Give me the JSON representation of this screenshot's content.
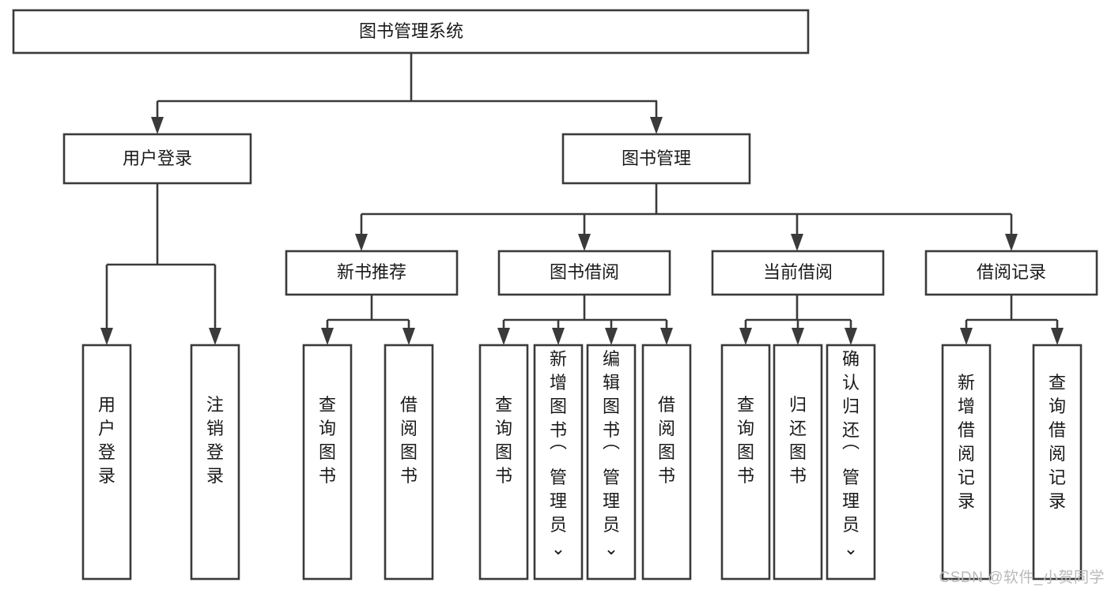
{
  "diagram": {
    "title": "图书管理系统",
    "type": "hierarchy-tree",
    "watermark": "CSDN @软件_小贺同学",
    "colors": {
      "stroke": "#3a3a3a",
      "box_fill": "#ffffff",
      "text": "#1a1a1a",
      "background": "#ffffff",
      "watermark": "#b9b9b9"
    },
    "levels": {
      "level1": [
        {
          "id": "root",
          "label": "图书管理系统",
          "orientation": "horizontal"
        }
      ],
      "level2": [
        {
          "id": "user-login",
          "label": "用户登录",
          "orientation": "horizontal"
        },
        {
          "id": "book-manage",
          "label": "图书管理",
          "orientation": "horizontal"
        }
      ],
      "level3": [
        {
          "id": "new-book-rec",
          "label": "新书推荐",
          "orientation": "horizontal"
        },
        {
          "id": "book-borrow",
          "label": "图书借阅",
          "orientation": "horizontal"
        },
        {
          "id": "current-borrow",
          "label": "当前借阅",
          "orientation": "horizontal"
        },
        {
          "id": "borrow-record",
          "label": "借阅记录",
          "orientation": "horizontal"
        }
      ],
      "level4": [
        {
          "id": "leaf-user-login",
          "parent": "user-login",
          "label": "用户登录",
          "orientation": "vertical"
        },
        {
          "id": "leaf-logout",
          "parent": "user-login",
          "label": "注销登录",
          "orientation": "vertical"
        },
        {
          "id": "leaf-query-book-1",
          "parent": "new-book-rec",
          "label": "查询图书",
          "orientation": "vertical"
        },
        {
          "id": "leaf-borrow-book-1",
          "parent": "new-book-rec",
          "label": "借阅图书",
          "orientation": "vertical"
        },
        {
          "id": "leaf-query-book-2",
          "parent": "book-borrow",
          "label": "查询图书",
          "orientation": "vertical"
        },
        {
          "id": "leaf-add-book",
          "parent": "book-borrow",
          "label": "新增图书（管理员）",
          "orientation": "vertical"
        },
        {
          "id": "leaf-edit-book",
          "parent": "book-borrow",
          "label": "编辑图书（管理员）",
          "orientation": "vertical"
        },
        {
          "id": "leaf-borrow-book-2",
          "parent": "book-borrow",
          "label": "借阅图书",
          "orientation": "vertical"
        },
        {
          "id": "leaf-query-book-3",
          "parent": "current-borrow",
          "label": "查询图书",
          "orientation": "vertical"
        },
        {
          "id": "leaf-return-book",
          "parent": "current-borrow",
          "label": "归还图书",
          "orientation": "vertical"
        },
        {
          "id": "leaf-confirm-return",
          "parent": "current-borrow",
          "label": "确认归还（管理员）",
          "orientation": "vertical"
        },
        {
          "id": "leaf-add-record",
          "parent": "borrow-record",
          "label": "新增借阅记录",
          "orientation": "vertical"
        },
        {
          "id": "leaf-query-record",
          "parent": "borrow-record",
          "label": "查询借阅记录",
          "orientation": "vertical"
        }
      ]
    }
  }
}
